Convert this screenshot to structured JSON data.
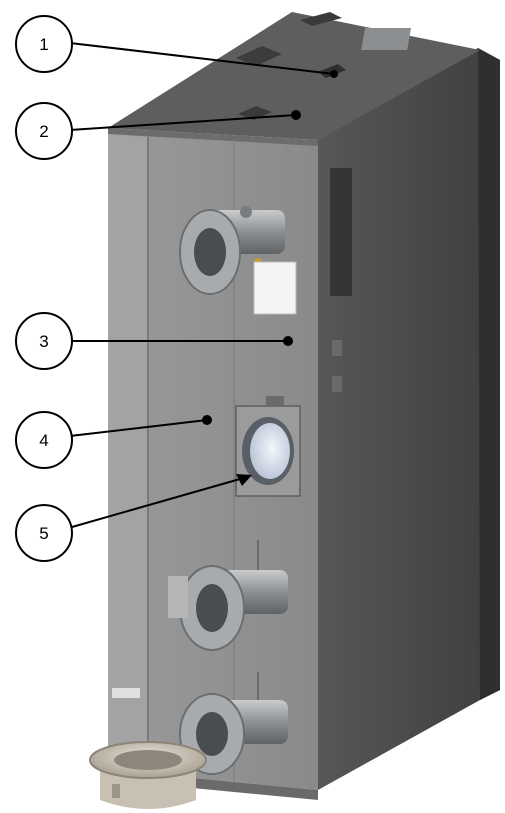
{
  "callouts": [
    {
      "label": "1"
    },
    {
      "label": "2"
    },
    {
      "label": "3"
    },
    {
      "label": "4"
    },
    {
      "label": "5"
    }
  ],
  "colors": {
    "front_panel": "#8e8e8e",
    "side_panel": "#4f4f4f",
    "top_panel": "#5a5a5a",
    "left_strip": "#a0a0a0",
    "flange": "#a9acae",
    "window_glass": "#dfe5ef",
    "leader_line": "#000000",
    "callout_circle_fill": "#ffffff"
  },
  "parts": {
    "front_panel": "front-panel",
    "side_panel": "side-panel",
    "top_panel": "top-panel",
    "pipe_flanges": [
      "upper-flange",
      "middle-flange",
      "lower-flange",
      "base-flange"
    ],
    "inspection_window": "sight-glass-window",
    "label_plate": "white-label-plate"
  }
}
